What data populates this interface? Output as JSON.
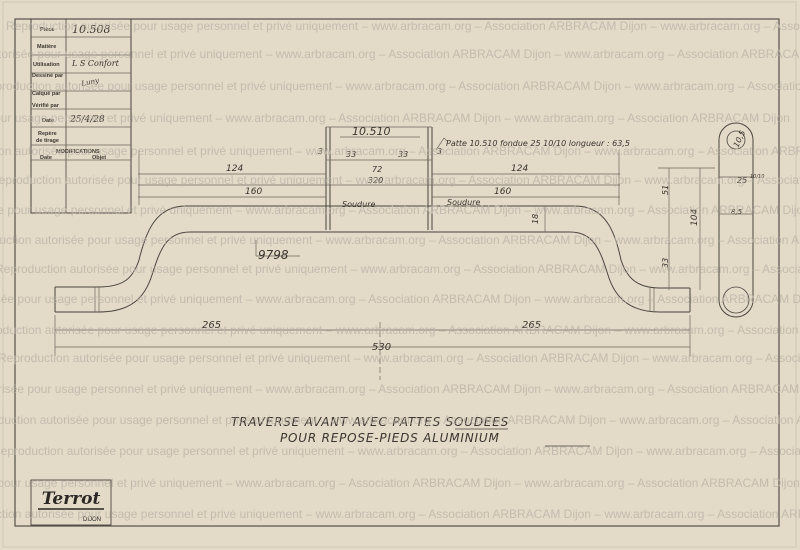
{
  "title_block": {
    "labels": {
      "piece": "Pièce",
      "matiere": "Matière",
      "utilisation": "Utilisation",
      "dessine_par": "Dessiné par",
      "calque_par": "Calqué par",
      "verifie_par": "Vérifié par",
      "date": "Date",
      "repere_1": "Repère",
      "repere_2": "de tirage",
      "modifications": "MODIFICATIONS",
      "mod_date": "Date",
      "mod_object": "Objet"
    },
    "values": {
      "piece": "10.508",
      "utilisation": "L S Confort",
      "dessine_par": "Luny",
      "date": "25/4/28"
    }
  },
  "drawing": {
    "part_tab": "10.510",
    "part_tab_note": "Patte 10.510 fondue 25 10/10 longueur : 63,5",
    "dim_124_left": "124",
    "dim_124_right": "124",
    "dim_3_left": "3",
    "dim_3_right": "3",
    "dim_33_left": "33",
    "dim_33_right": "33",
    "dim_72": "72",
    "dim_320": "320",
    "dim_160_left": "160",
    "dim_160_right": "160",
    "soudure_left": "Soudure",
    "soudure_right": "Soudure",
    "dim_18": "18",
    "dim_51": "51",
    "dim_104": "104",
    "dim_33_side": "33",
    "ref_9798": "9798",
    "dim_265_left": "265",
    "dim_265_right": "265",
    "dim_530": "530",
    "end_10_5": "10,5",
    "end_25": "25",
    "end_25_frac": "10/10",
    "end_8": "8,5"
  },
  "caption": {
    "line1": "TRAVERSE AVANT AVEC PATTES  SOUDEES",
    "line2": "POUR  REPOSE-PIEDS  ALUMINIUM"
  },
  "logo": {
    "brand": "Terrot",
    "city": "DIJON"
  },
  "watermark": {
    "text": "Reproduction autorisée pour usage personnel et privé uniquement – www.arbracam.org – Association ARBRACAM Dijon – www.arbracam.org – Association ARBRACAM Dijon"
  },
  "colors": {
    "paper": "#e3dac7",
    "ink": "#4a4640"
  }
}
